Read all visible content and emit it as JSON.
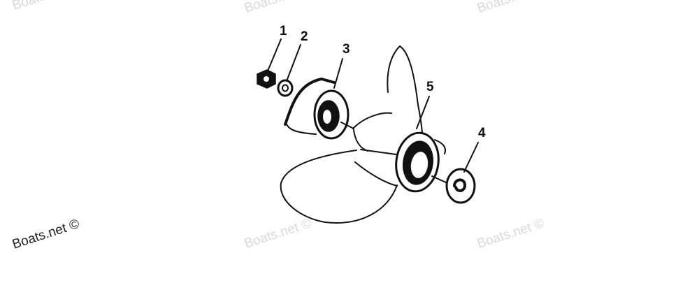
{
  "watermark": {
    "text": "Boats.net ©",
    "primary_color": "#222222",
    "faded_color": "#d9d9d9"
  },
  "callouts": [
    "1",
    "2",
    "3",
    "4",
    "5"
  ],
  "ink_color": "#111111"
}
